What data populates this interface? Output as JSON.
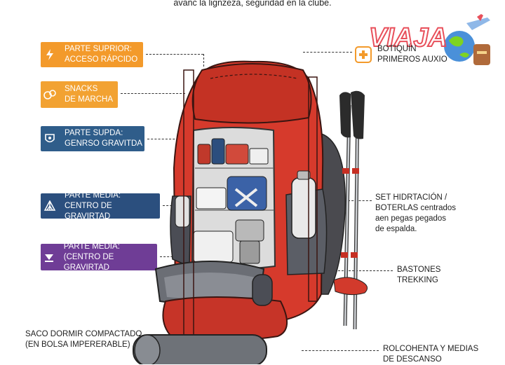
{
  "subtitle": "avanc la lignzeza, seguridad en la clube.",
  "logo": {
    "text": "VIAJA",
    "colors": [
      "#e8505b",
      "#f5a623",
      "#4a90d9",
      "#7ed321"
    ]
  },
  "labels": [
    {
      "line1": "PARTE SUPRIOR:",
      "line2": "ACCESO RÁPCIDO",
      "color": "#f39a2b",
      "icon": "lightning-icon"
    },
    {
      "line1": "SNACKS",
      "line2": "DE MARCHA",
      "color": "#f2a232",
      "icon": "snacks-icon"
    },
    {
      "line1": "PARTE SUPDA:",
      "line2": "GENRSO GRAVITDA",
      "color": "#2f5d8a",
      "icon": "shield-icon"
    },
    {
      "line1": "PARTE MEDIA:",
      "line2": "CENTRO DE GRAVIRTAD",
      "color": "#2b4f7e",
      "icon": "tent-icon"
    },
    {
      "line1": "PARTE MEDIA:",
      "line2": "(CENTRO DE GRAVIRTAD",
      "color": "#6f3d96",
      "icon": "arrow-down-icon"
    }
  ],
  "first_aid": {
    "line1": "BOTIQUÍN",
    "line2": "PRIMEROS AUXIO"
  },
  "hydration": {
    "line1": "SET HIDRTACIÓN /",
    "line2": "BOTERLAS centrados",
    "line3": "aen pegаs pegados",
    "line4": "de espalda."
  },
  "poles": {
    "line1": "BASTONES",
    "line2": "TREKKING"
  },
  "sleeping_bag": {
    "line1": "SACO DORMIR COMPACTADO",
    "line2": "(EN BOLSA IMPERERABLE)"
  },
  "socks": {
    "line1": "ROLCOHENTA Y MEDIAS",
    "line2": "DE DESCANSO"
  }
}
